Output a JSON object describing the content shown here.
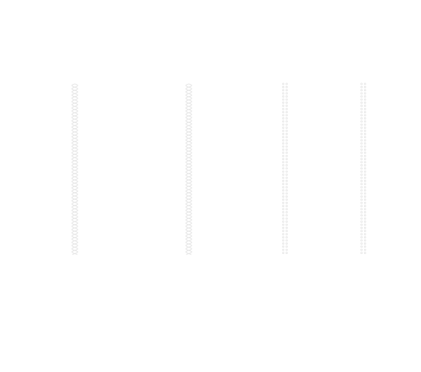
{
  "canvas": {
    "background_color": "#ffffff"
  },
  "strands": [
    {
      "name": "wavy-strand-1",
      "kind": "wave",
      "color": "#e6e6e6"
    },
    {
      "name": "wavy-strand-2",
      "kind": "wave",
      "color": "#e6e6e6"
    },
    {
      "name": "dotted-strand-1",
      "kind": "dots",
      "color": "#e3e3e3"
    },
    {
      "name": "dotted-strand-2",
      "kind": "dots",
      "color": "#e3e3e3"
    }
  ]
}
